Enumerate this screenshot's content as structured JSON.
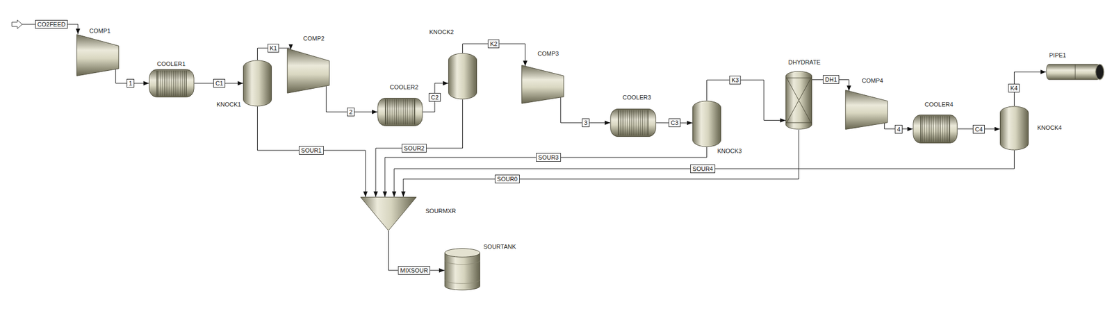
{
  "diagram": {
    "nodes": [
      {
        "text": [
          "COMP1"
        ]
      },
      {
        "text": [
          "COOLER1"
        ]
      },
      {
        "text": [
          "KNOCK1"
        ]
      },
      {
        "text": [
          "COMP2"
        ]
      },
      {
        "text": [
          "COOLER2"
        ]
      },
      {
        "text": [
          "KNOCK2"
        ]
      },
      {
        "text": [
          "COMP3"
        ]
      },
      {
        "text": [
          "COOLER3"
        ]
      },
      {
        "text": [
          "KNOCK3"
        ]
      },
      {
        "text": [
          "DHYDRATE"
        ]
      },
      {
        "text": [
          "COMP4"
        ]
      },
      {
        "text": [
          "COOLER4"
        ]
      },
      {
        "text": [
          "KNOCK4"
        ]
      },
      {
        "text": [
          "PIPE1"
        ]
      },
      {
        "text": [
          "SOURMXR"
        ]
      },
      {
        "text": [
          "SOURTANK"
        ]
      }
    ],
    "edges": [
      {
        "from": 0,
        "to": 1,
        "label": "1",
        "arrow": "to"
      },
      {
        "from": 1,
        "to": 2,
        "label": "C1",
        "arrow": "to"
      },
      {
        "from": 2,
        "to": 3,
        "label": "K1",
        "arrow": "to"
      },
      {
        "from": 3,
        "to": 4,
        "label": "2",
        "arrow": "to"
      },
      {
        "from": 4,
        "to": 5,
        "label": "C2",
        "arrow": "to"
      },
      {
        "from": 5,
        "to": 6,
        "label": "K2",
        "arrow": "to"
      },
      {
        "from": 6,
        "to": 7,
        "label": "3",
        "arrow": "to"
      },
      {
        "from": 7,
        "to": 8,
        "label": "C3",
        "arrow": "to"
      },
      {
        "from": 8,
        "to": 9,
        "label": "K3",
        "arrow": "to"
      },
      {
        "from": 9,
        "to": 10,
        "label": "DH1",
        "arrow": "to"
      },
      {
        "from": 10,
        "to": 11,
        "label": "4",
        "arrow": "to"
      },
      {
        "from": 11,
        "to": 12,
        "label": "C4",
        "arrow": "to"
      },
      {
        "from": 12,
        "to": 13,
        "label": "K4",
        "arrow": "to"
      },
      {
        "from": 2,
        "to": 14,
        "label": "SOUR1",
        "arrow": "to"
      },
      {
        "from": 5,
        "to": 14,
        "label": "SOUR2",
        "arrow": "to"
      },
      {
        "from": 8,
        "to": 14,
        "label": "SOUR3",
        "arrow": "to"
      },
      {
        "from": 12,
        "to": 14,
        "label": "SOUR4",
        "arrow": "to"
      },
      {
        "from": 9,
        "to": 14,
        "label": "SOUR0",
        "arrow": "to"
      },
      {
        "from": 14,
        "to": 15,
        "label": "MIXSOUR",
        "arrow": "to"
      }
    ],
    "labels": [
      "CO2FEED"
    ]
  }
}
